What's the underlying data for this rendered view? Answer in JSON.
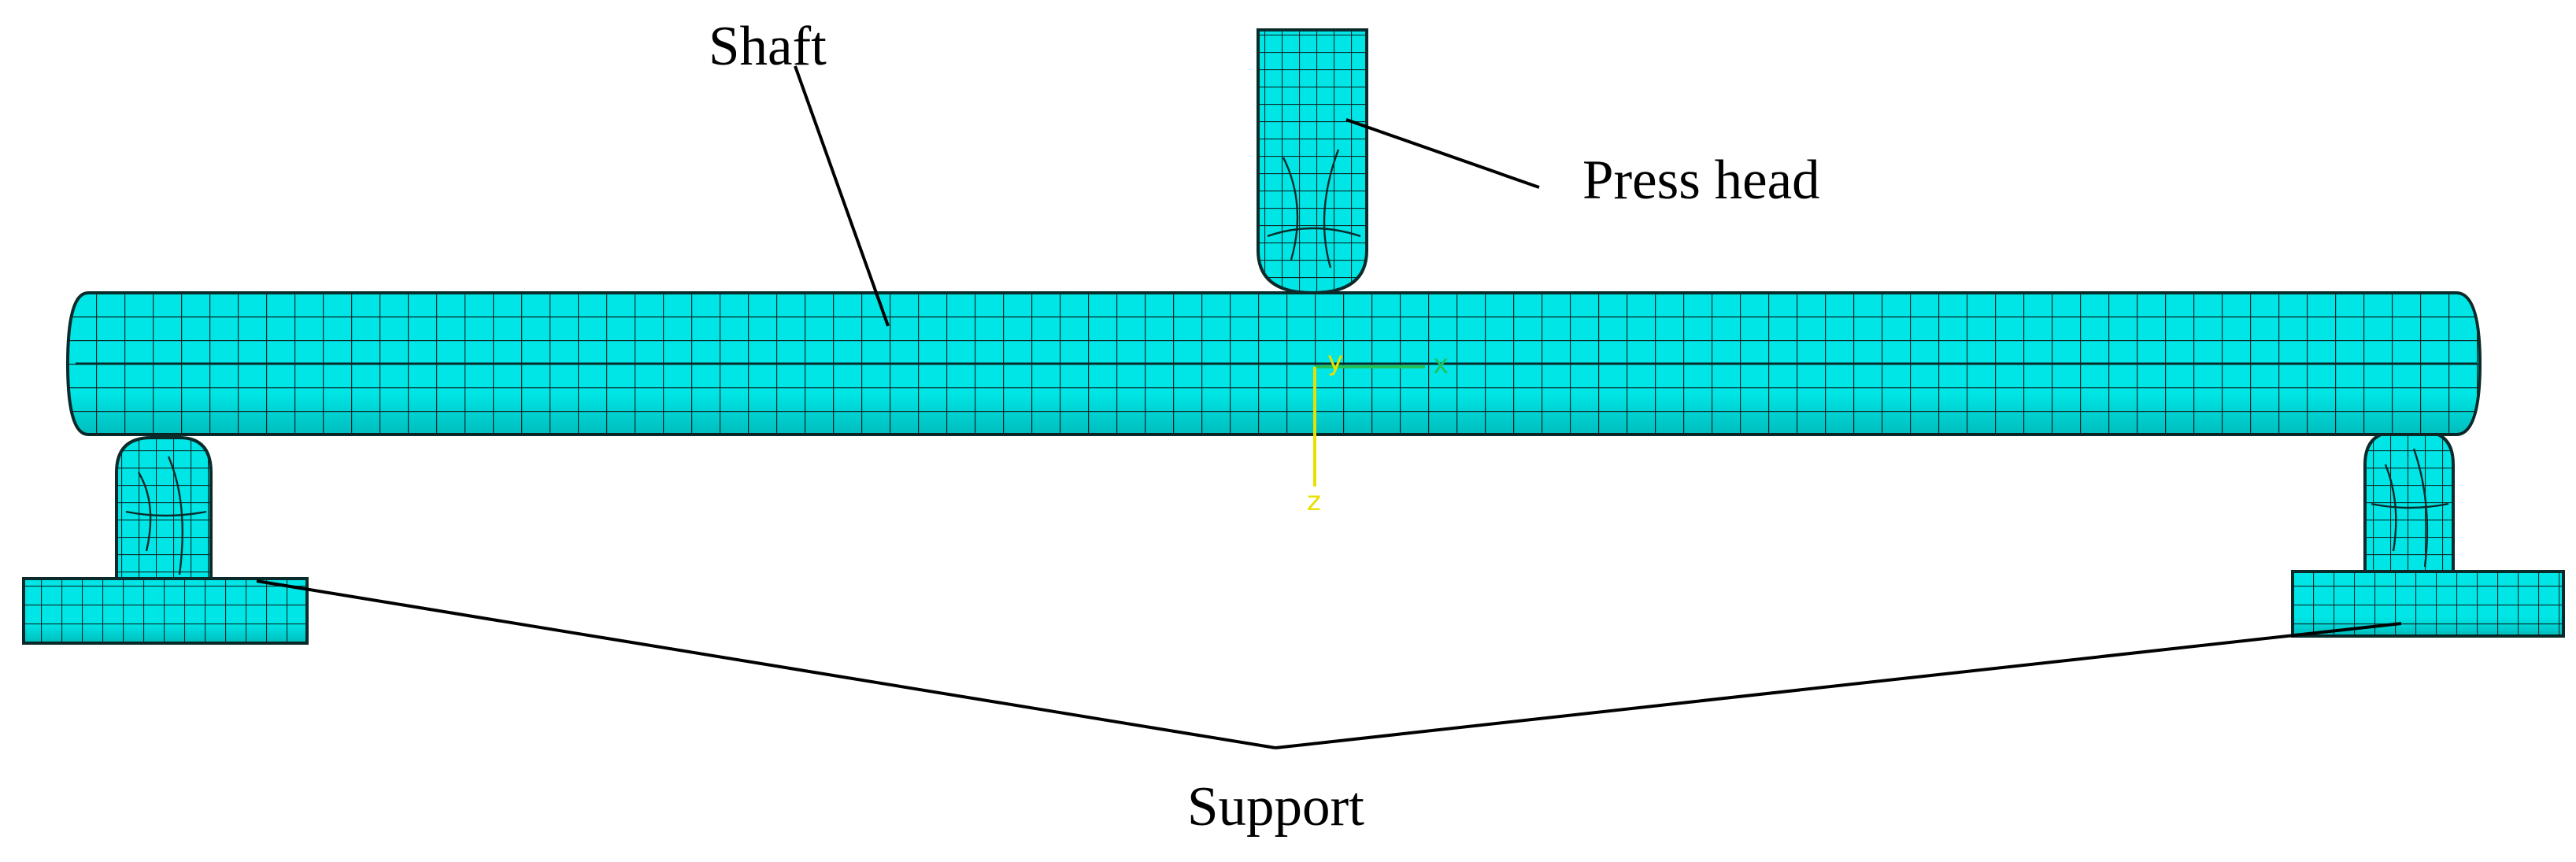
{
  "labels": {
    "shaft": "Shaft",
    "press_head": "Press head",
    "support": "Support"
  },
  "triad": {
    "x_axis": "x",
    "y_axis": "y",
    "z_axis": "z"
  },
  "colors": {
    "mesh_fill": "#00e6e6",
    "mesh_line": "#0b2a2a",
    "leader_line": "#000000",
    "triad_y": "#e8e000",
    "triad_x": "#22c25a"
  }
}
